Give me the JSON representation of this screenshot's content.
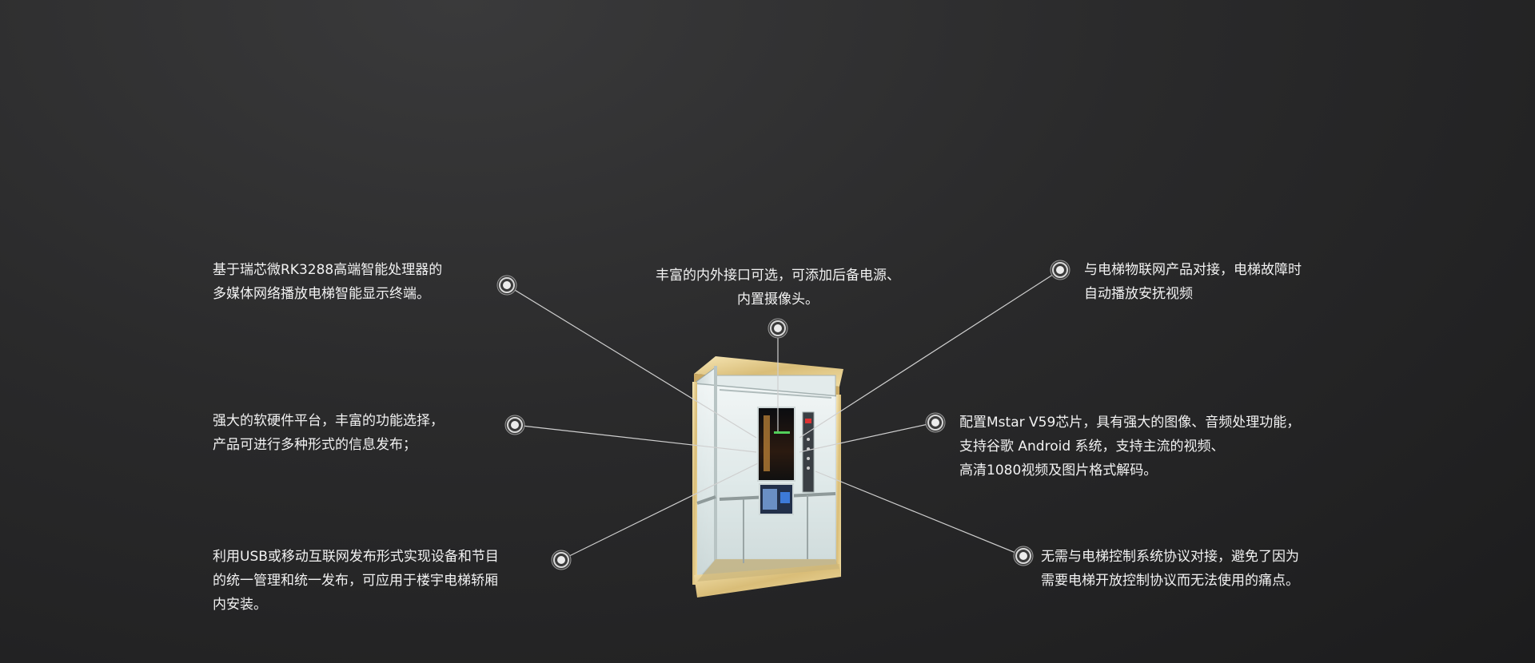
{
  "features": [
    {
      "id": "top-left",
      "lines": [
        "基于瑞芯微RK3288高端智能处理器的",
        "多媒体网络播放电梯智能显示终端。"
      ]
    },
    {
      "id": "top-center",
      "lines": [
        "丰富的内外接口可选，可添加后备电源、",
        "内置摄像头。"
      ]
    },
    {
      "id": "top-right",
      "lines": [
        "与电梯物联网产品对接，电梯故障时",
        "自动播放安抚视频"
      ]
    },
    {
      "id": "mid-left",
      "lines": [
        "强大的软硬件平台，丰富的功能选择，",
        "产品可进行多种形式的信息发布；"
      ]
    },
    {
      "id": "mid-right",
      "lines": [
        "配置Mstar V59芯片，具有强大的图像、音频处理功能，",
        "支持谷歌 Android 系统，支持主流的视频、",
        "高清1080视频及图片格式解码。"
      ]
    },
    {
      "id": "bottom-left",
      "lines": [
        "利用USB或移动互联网发布形式实现设备和节目",
        "的统一管理和统一发布，可应用于楼宇电梯轿厢",
        "内安装。"
      ]
    },
    {
      "id": "bottom-right",
      "lines": [
        "无需与电梯控制系统协议对接，避免了因为",
        "需要电梯开放控制协议而无法使用的痛点。"
      ]
    }
  ],
  "colors": {
    "background": "#262627",
    "text": "#f2f2f2",
    "connector": "#cfcfcf",
    "frame_gold": "#e6cf93"
  },
  "icons": [
    "callout-dot-icon"
  ]
}
